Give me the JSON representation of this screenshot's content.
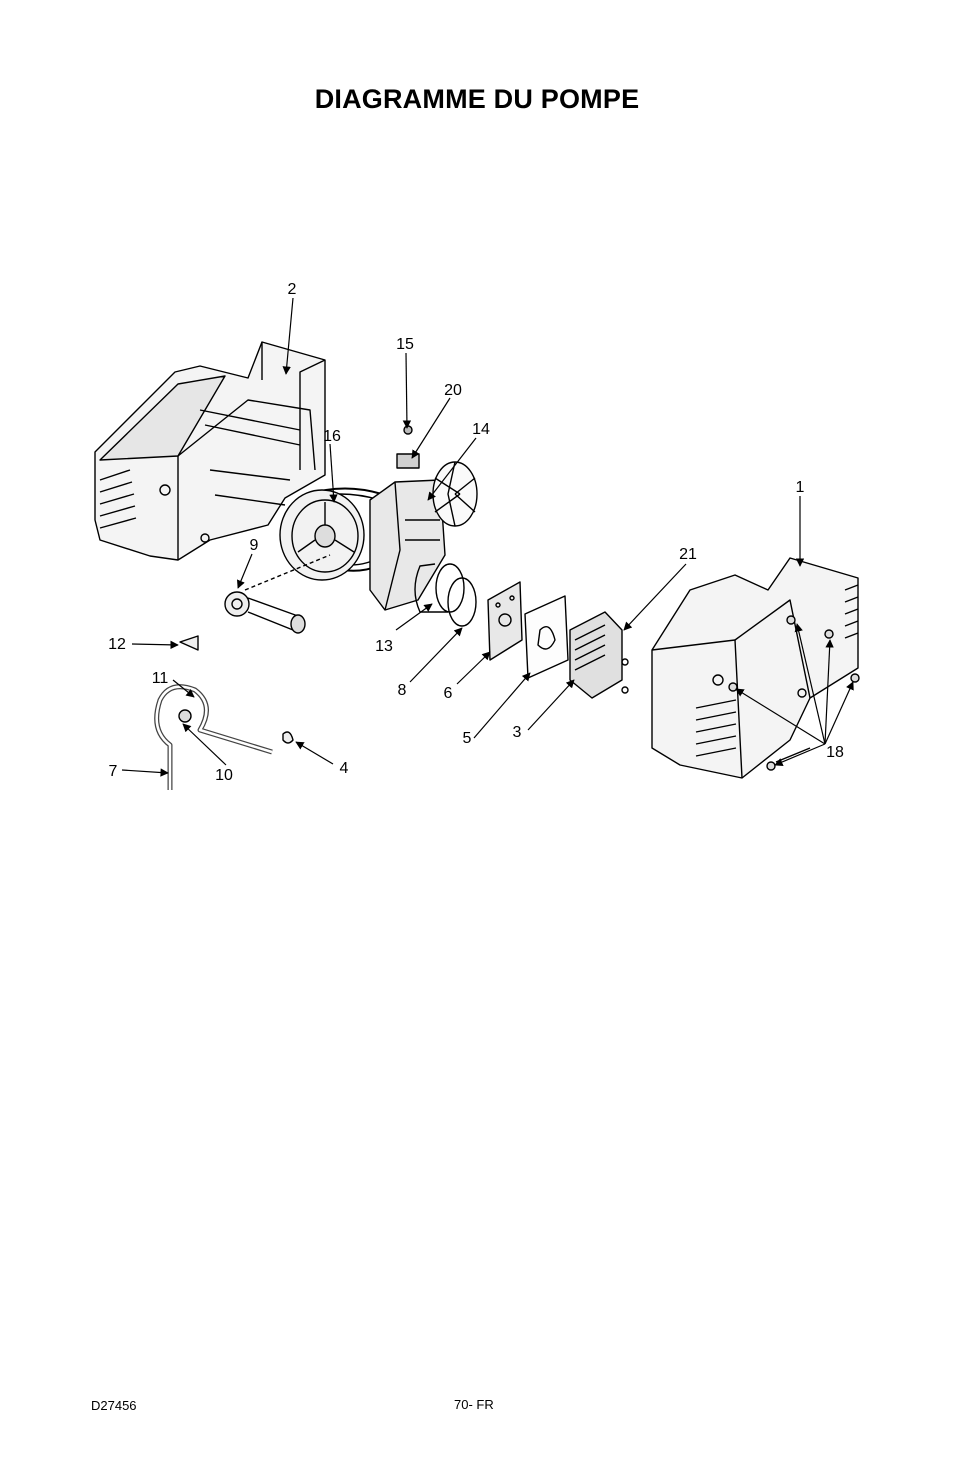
{
  "page": {
    "title": "DIAGRAMME DU POMPE",
    "doc_code": "D27456",
    "page_number": "70- FR"
  },
  "parts": [
    {
      "number": "1"
    },
    {
      "number": "2"
    },
    {
      "number": "3"
    },
    {
      "number": "4"
    },
    {
      "number": "5"
    },
    {
      "number": "6"
    },
    {
      "number": "7"
    },
    {
      "number": "8"
    },
    {
      "number": "9"
    },
    {
      "number": "10"
    },
    {
      "number": "11"
    },
    {
      "number": "12"
    },
    {
      "number": "13"
    },
    {
      "number": "14"
    },
    {
      "number": "15"
    },
    {
      "number": "16"
    },
    {
      "number": "18"
    },
    {
      "number": "20"
    },
    {
      "number": "21"
    }
  ]
}
